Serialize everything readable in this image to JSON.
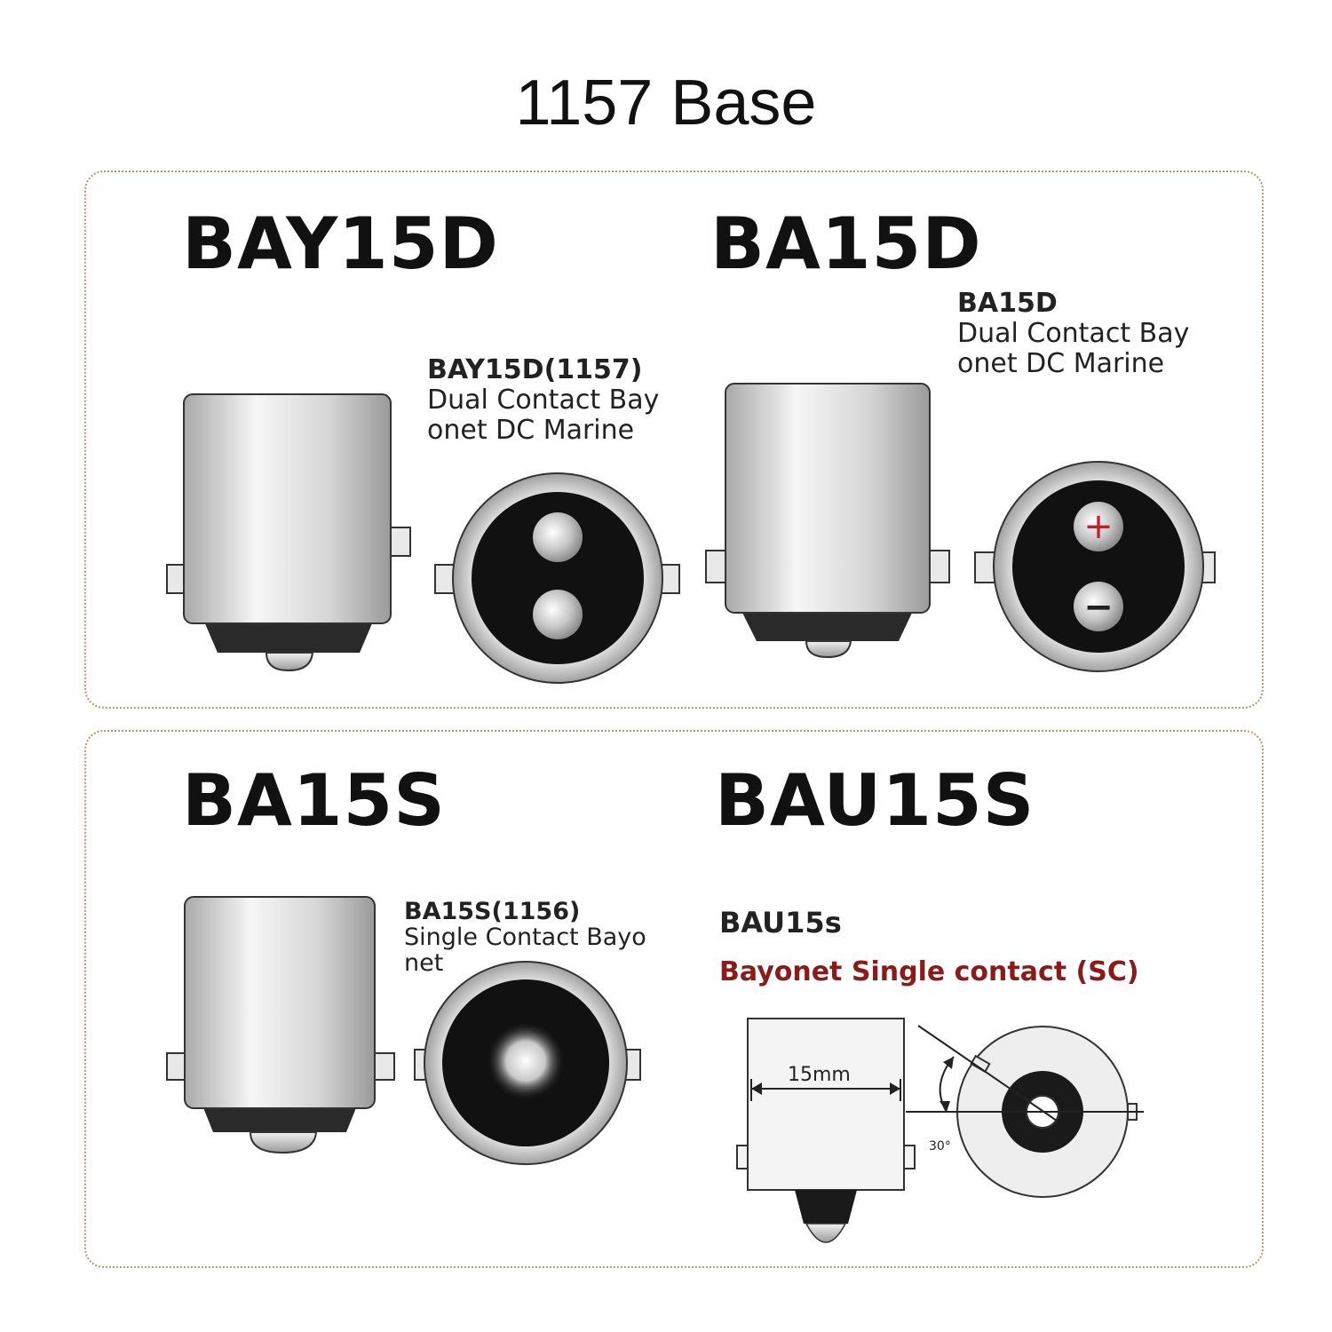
{
  "title": "1157 Base",
  "panels": [
    {
      "left": {
        "name": "BAY15D",
        "caption": {
          "heading": "BAY15D(1157)",
          "line1": "Dual Contact Bay",
          "line2": "onet DC Marine"
        }
      },
      "right": {
        "name": "BA15D",
        "caption": {
          "heading": "BA15D",
          "line1": "Dual Contact Bay",
          "line2": "onet DC Marine"
        },
        "plus": "+",
        "minus": "−"
      }
    },
    {
      "left": {
        "name": "BA15S",
        "caption": {
          "heading": "BA15S(1156)",
          "line1": "Single Contact Bayo",
          "line2": "net"
        }
      },
      "right": {
        "name": "BAU15S",
        "caption": {
          "heading": "BAU15s",
          "subtitle": "Bayonet Single contact (SC)"
        },
        "dimension": "15mm",
        "angle": "30°"
      }
    }
  ],
  "colors": {
    "panel_border": "#b89a6a",
    "subtitle_red": "#8b1a1a",
    "plus_red": "#c0202a"
  }
}
